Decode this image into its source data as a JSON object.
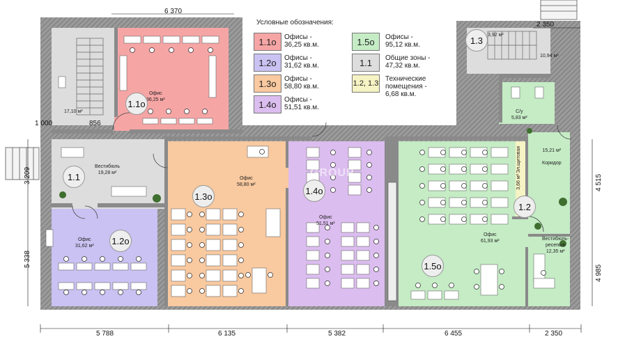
{
  "legend": {
    "title": "Условные обозначения:",
    "items": [
      {
        "code": "1.1о",
        "text": [
          "Офисы -",
          "36,25 кв.м."
        ],
        "color": "#f6a5a5"
      },
      {
        "code": "1.2о",
        "text": [
          "Офисы -",
          "31,62 кв.м."
        ],
        "color": "#c9c2f2"
      },
      {
        "code": "1.3о",
        "text": [
          "Офисы -",
          "58,80 кв.м."
        ],
        "color": "#f9c9a0"
      },
      {
        "code": "1.4о",
        "text": [
          "Офисы -",
          "51,51 кв.м."
        ],
        "color": "#dcbdef"
      },
      {
        "code": "1.5о",
        "text": [
          "Офисы -",
          "95,12 кв.м."
        ],
        "color": "#c5ecc5"
      },
      {
        "code": "1.1",
        "text": [
          "Общие зоны -",
          "47,32 кв.м."
        ],
        "color": "#dddddd"
      },
      {
        "code": "1.2, 1.3",
        "text": [
          "Технические",
          "помещения -",
          "6,68 кв.м."
        ],
        "color": "#f6f3c4"
      }
    ]
  },
  "dimensions": {
    "top_6370": "6 370",
    "top_2350": "2 350",
    "bottom": [
      "5 788",
      "6 135",
      "5 382",
      "6 455",
      "2 350"
    ],
    "left_1000": "1 000",
    "left_856": "856",
    "left_3209": "3 209",
    "left_5338": "5 338",
    "right_4515": "4 515",
    "right_4985": "4 985"
  },
  "rooms": {
    "r11o": {
      "name": "Офис",
      "area": "36,25 м²",
      "badge": "1.1о",
      "color": "#f6a5a5"
    },
    "r12o": {
      "name": "Офис",
      "area": "31,62 м²",
      "badge": "1.2о",
      "color": "#c9c2f2"
    },
    "r13o": {
      "name": "Офис",
      "area": "58,80 м²",
      "badge": "1.3о",
      "color": "#f9c9a0"
    },
    "r14o": {
      "name": "Офис",
      "area": "51,51 м²",
      "badge": "1.4о",
      "color": "#dcbdef"
    },
    "r15o": {
      "name": "Офис",
      "area": "61,93 м²",
      "badge": "1.5о",
      "color": "#c5ecc5"
    },
    "r11": {
      "name": "Вестибюль",
      "area": "19,28 м²",
      "badge": "1.1",
      "color": "#dddddd"
    },
    "stair_left": {
      "area": "17,10 м²",
      "color": "#dddddd"
    },
    "stair_right": {
      "area": "10,94 м²",
      "area2": "3,92 м²",
      "badge": "1.3",
      "color": "#dddddd"
    },
    "wc": {
      "name": "С/у",
      "area": "5,83 м²",
      "color": "#c5ecc5"
    },
    "corridor": {
      "name": "Коридор",
      "area": "15,21 м²"
    },
    "elec": {
      "name": "Эл.щитовая",
      "area": "3,66 м²",
      "badge": "1.2",
      "color": "#f6f3c4"
    },
    "reception": {
      "name": "Вестибюль-",
      "name2": "ресепшн",
      "area": "12,35 м²"
    }
  },
  "watermark": "GROUP"
}
